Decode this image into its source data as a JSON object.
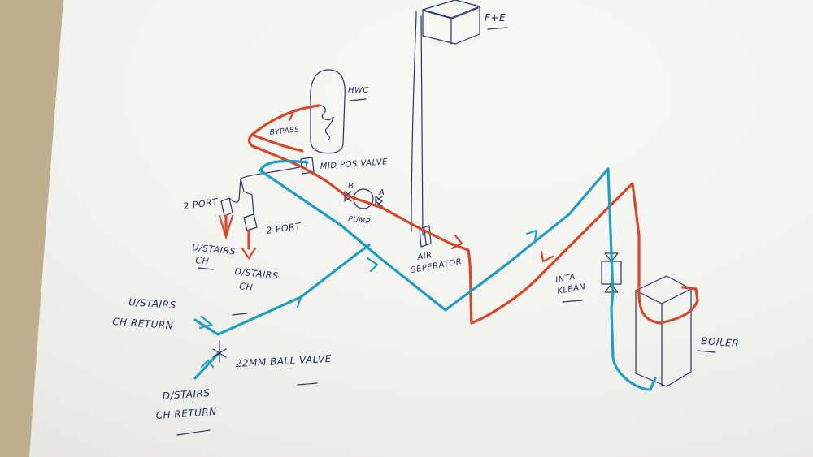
{
  "diagram": {
    "labels": {
      "f_and_e": "F+E",
      "hwc": "HWC",
      "bypass": "BYPASS",
      "mid_pos_valve": "MID POS VALVE",
      "valve_b": "B",
      "valve_a": "A",
      "pump": "PUMP",
      "two_port_1": "2 PORT",
      "two_port_2": "2 PORT",
      "upstairs_ch": [
        "U/STAIRS",
        "CH"
      ],
      "downstairs_ch": [
        "D/STAIRS",
        "CH"
      ],
      "air_separator": [
        "AIR",
        "SEPERATOR"
      ],
      "intakleen": [
        "INTA",
        "KLEAN"
      ],
      "boiler": "BOILER",
      "upstairs_ch_return": [
        "U/STAIRS",
        "CH RETURN"
      ],
      "ball_valve": "22MM BALL VALVE",
      "downstairs_ch_return": [
        "D/STAIRS",
        "CH RETURN"
      ]
    },
    "colors": {
      "flow_pipe": "#d9472b",
      "return_pipe": "#1f9fc4",
      "ink": "#2b3566",
      "paper": "#f7f7f4",
      "background": "#bfae8e"
    }
  }
}
